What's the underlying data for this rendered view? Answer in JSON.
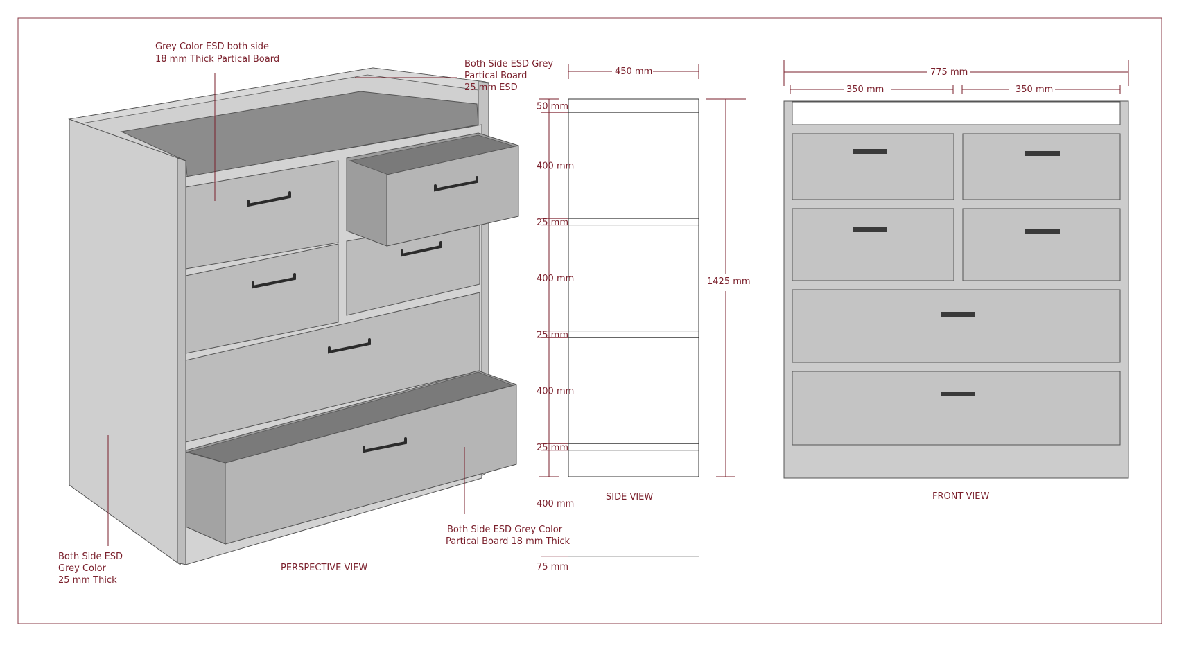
{
  "colors": {
    "annotation": "#7a1f2b",
    "frame": "#8a3a46",
    "board_grey": "#c8c8c8",
    "board_dark": "#a9a9a9",
    "inner_dark": "#8c8c8c",
    "handle": "#2b2b2b"
  },
  "perspective": {
    "caption": "PERSPECTIVE VIEW",
    "note_top_left": [
      "Grey Color ESD  both side",
      "18 mm Thick  Partical Board"
    ],
    "note_top_right": [
      "Both Side ESD Grey",
      "Partical Board",
      " 25 mm ESD"
    ],
    "note_bottom_left": [
      "Both Side ESD",
      "Grey Color",
      "25 mm Thick"
    ],
    "note_bottom_right": [
      "Both Side ESD Grey Color",
      "Partical Board 18 mm Thick"
    ]
  },
  "side_view": {
    "caption": "SIDE VIEW",
    "width_label": "450 mm",
    "height_label": "1425 mm",
    "height_value_mm": 1425,
    "segments": [
      {
        "label": "50 mm",
        "mm": 50
      },
      {
        "label": "400 mm",
        "mm": 400
      },
      {
        "label": "25 mm",
        "mm": 25
      },
      {
        "label": "400 mm",
        "mm": 400
      },
      {
        "label": "25 mm",
        "mm": 25
      },
      {
        "label": "400 mm",
        "mm": 400
      },
      {
        "label": "25 mm",
        "mm": 25
      },
      {
        "label": "400 mm",
        "mm": 400
      },
      {
        "label": "75 mm",
        "mm": 75
      }
    ]
  },
  "front_view": {
    "caption": "FRONT VIEW",
    "overall_label": "775 mm",
    "left_label": "350 mm",
    "right_label": "350 mm"
  }
}
